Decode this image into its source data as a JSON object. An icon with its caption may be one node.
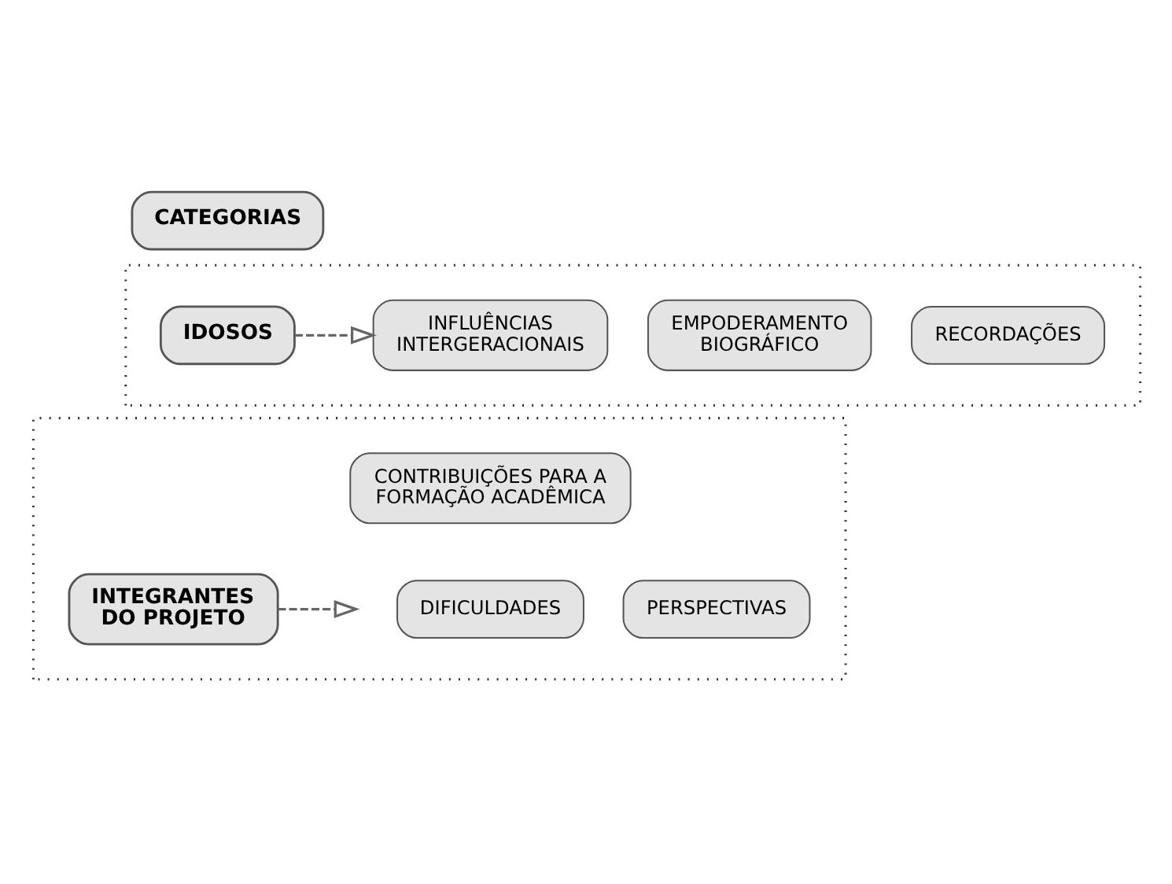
{
  "diagram": {
    "nodes": [
      {
        "text": [
          "CATEGORIAS"
        ]
      },
      {
        "text": [],
        "shape": "box"
      },
      {
        "text": [
          "IDOSOS"
        ],
        "in": 1
      },
      {
        "text": [
          "INFLUÊNCIAS INTERGERACIONAIS"
        ],
        "in": 1
      },
      {
        "text": [
          "EMPODERAMENTO BIOGRÁFICO"
        ],
        "in": 1
      },
      {
        "text": [
          "RECORDAÇÕES"
        ],
        "in": 1
      },
      {
        "text": [],
        "shape": "box"
      },
      {
        "text": [
          "INTEGRANTES DO PROJETO"
        ],
        "in": 6
      },
      {
        "text": [
          "CONTRIBUIÇÕES PARA A FORMAÇÃO ACADÊMICA"
        ],
        "in": 6
      },
      {
        "text": [
          "DIFICULDADES"
        ],
        "in": 6
      },
      {
        "text": [
          "PERSPECTIVAS"
        ],
        "in": 6
      }
    ],
    "edges": [
      {
        "from": 2,
        "to": 3,
        "arrow": "to",
        "style": "dashed"
      },
      {
        "from": 7,
        "to": null,
        "arrow": "to",
        "style": "dashed"
      }
    ]
  }
}
